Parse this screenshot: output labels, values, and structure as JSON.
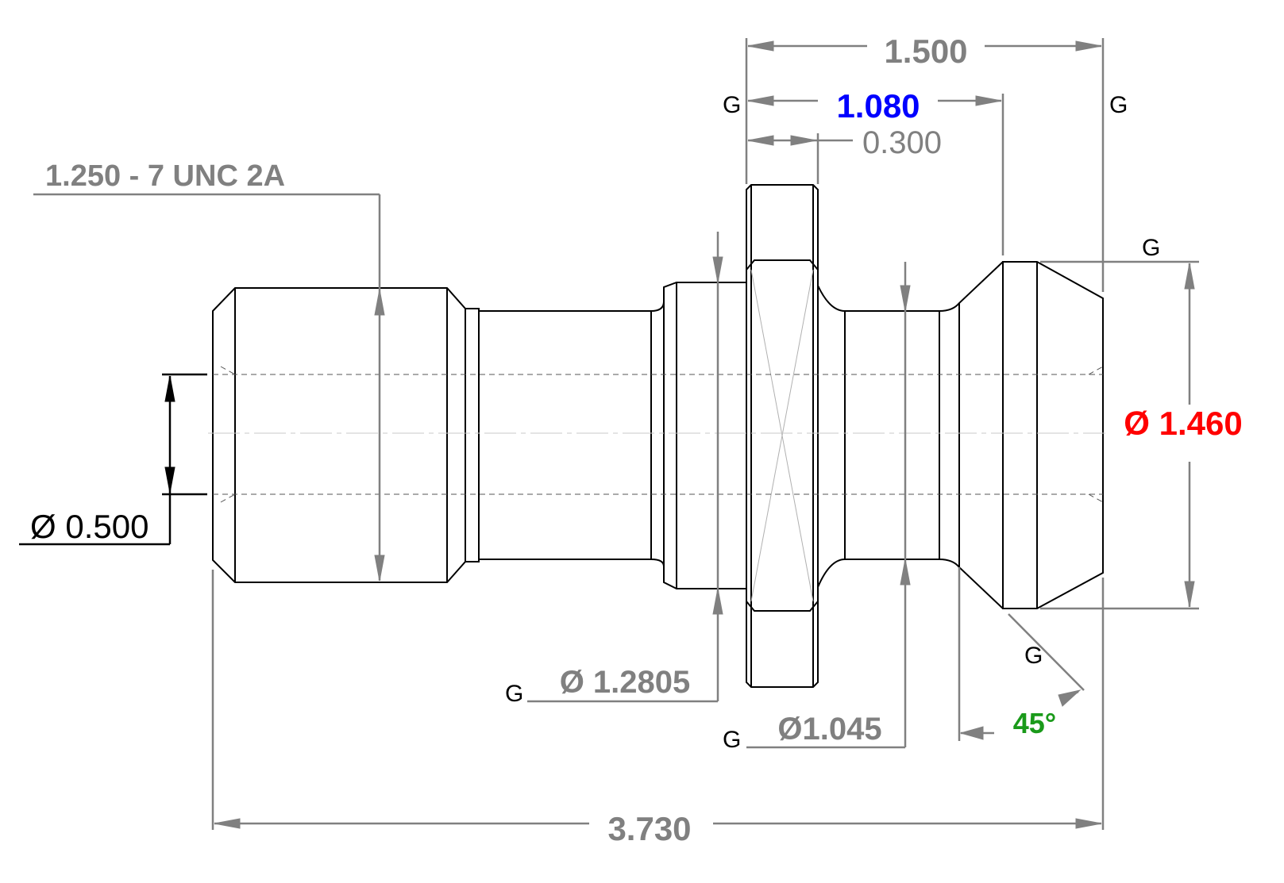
{
  "dimensions": {
    "overall_width": "1.500",
    "flange_to_taper": "1.080",
    "flange_width": "0.300",
    "thread_callout": "1.250 - 7 UNC 2A",
    "bore_diameter": "Ø 0.500",
    "head_diameter": "Ø 1.460",
    "collar_diameter": "Ø 1.2805",
    "neck_diameter": "Ø1.045",
    "chamfer_angle": "45°",
    "overall_length": "3.730"
  },
  "ground_marks": {
    "g1": "G",
    "g2": "G",
    "g3": "G",
    "g4": "G",
    "g5": "G",
    "g6": "G"
  },
  "colors": {
    "dimension_gray": "#808080",
    "highlight_blue": "#0000ff",
    "highlight_red": "#ff0000",
    "highlight_green": "#1a9a1a",
    "line_black": "#000000"
  }
}
